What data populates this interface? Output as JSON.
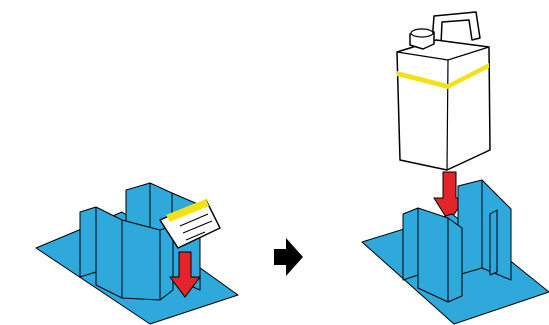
{
  "diagram": {
    "steps": [
      {
        "id": "step-1",
        "items": [
          "box-partition",
          "label-card",
          "down-arrow"
        ]
      },
      {
        "id": "step-2",
        "items": [
          "box-partition",
          "bottle",
          "down-arrow"
        ]
      }
    ],
    "connector": "right-arrow-icon",
    "colors": {
      "partition_fill": "#2fa8dc",
      "outline": "#000000",
      "arrow_red": "#e3242b",
      "tape_yellow": "#f5e11a",
      "bottle_fill": "#ffffff",
      "card_fill": "#ffffff"
    }
  }
}
